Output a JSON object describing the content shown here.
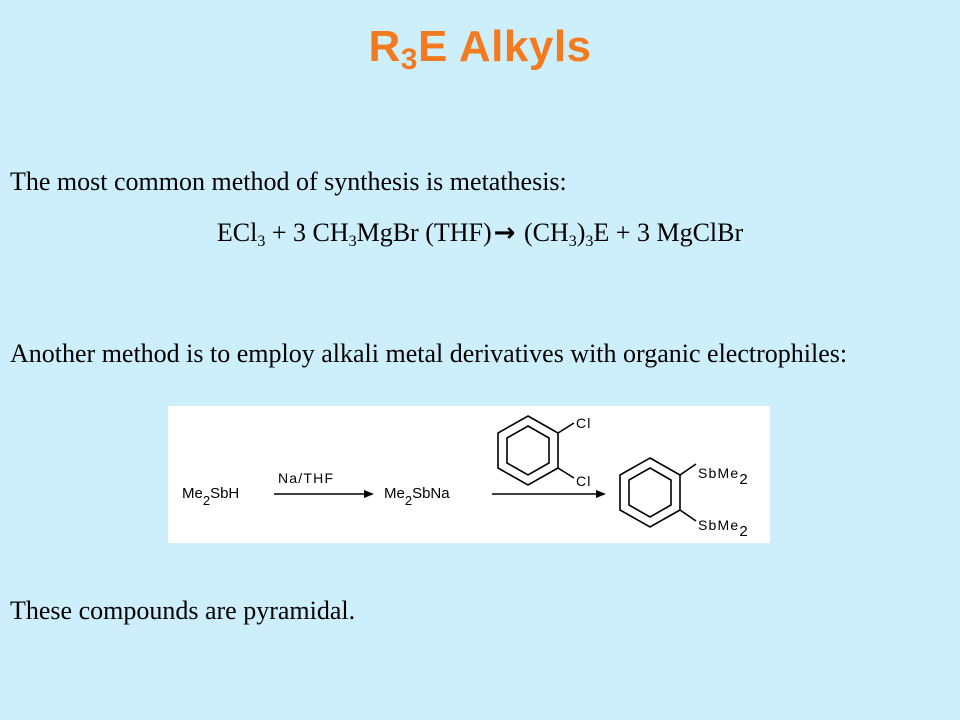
{
  "slide": {
    "title": {
      "main": "R",
      "sub": "3",
      "rest": "E Alkyls"
    },
    "intro": "The most common method of synthesis is metathesis:",
    "equation": {
      "t1": "ECl",
      "s1": "3",
      "t2": " + 3 CH",
      "s2": "3",
      "t3": "MgBr (THF)",
      "arrow": "→",
      "t4": " (CH",
      "s3": "3",
      "t5": ")",
      "s4": "3",
      "t6": "E + 3 MgClBr"
    },
    "method2": "Another method is to employ alkali metal derivatives with organic electrophiles:",
    "scheme": {
      "reactant": "Me",
      "reactant_sub": "2",
      "reactant_end": "SbH",
      "reagent": "Na/THF",
      "intermediate": "Me",
      "intermediate_sub": "2",
      "intermediate_end": "SbNa",
      "cl_top": "Cl",
      "cl_bottom": "Cl",
      "prod_top": "SbMe",
      "prod_top_sub": "2",
      "prod_bottom": "SbMe",
      "prod_bottom_sub": "2"
    },
    "conclusion": "These compounds are pyramidal."
  },
  "colors": {
    "background": "#cdeefb",
    "title": "#f47a20"
  }
}
